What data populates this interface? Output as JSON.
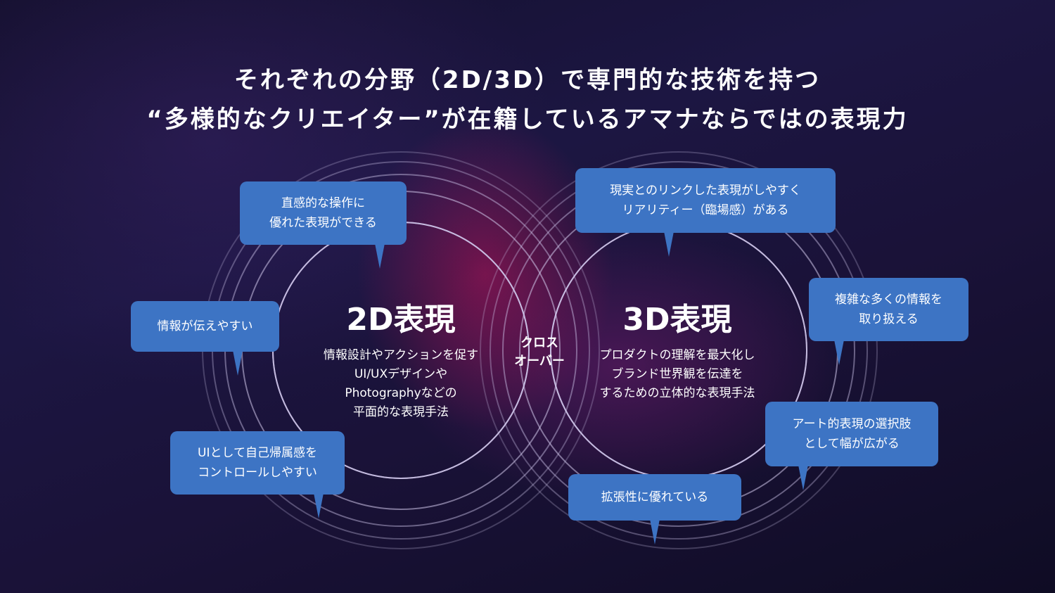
{
  "title": {
    "line1": "それぞれの分野（2D/3D）で専門的な技術を持つ",
    "line2": "“多様的なクリエイター”が在籍しているアマナならではの表現力"
  },
  "left": {
    "heading": "2D表現",
    "description": [
      "情報設計やアクションを促す",
      "UI/UXデザインや",
      "Photographyなどの",
      "平面的な表現手法"
    ]
  },
  "right": {
    "heading": "3D表現",
    "description": [
      "プロダクトの理解を最大化し",
      "ブランド世界観を伝達を",
      "するための立体的な表現手法"
    ]
  },
  "center": {
    "label": [
      "クロス",
      "オーバー"
    ]
  },
  "bubbles": {
    "intuitive": [
      "直感的な操作に",
      "優れた表現ができる"
    ],
    "easy_convey": [
      "情報が伝えやすい"
    ],
    "ui_belonging": [
      "UIとして自己帰属感を",
      "コントロールしやすい"
    ],
    "reality_link": [
      "現実とのリンクした表現がしやすく",
      "リアリティー（臨場感）がある"
    ],
    "complex_info": [
      "複雑な多くの情報を",
      "取り扱える"
    ],
    "art_choice": [
      "アート的表現の選択肢",
      "として幅が広がる"
    ],
    "extensibility": [
      "拡張性に優れている"
    ]
  },
  "colors": {
    "bubble": "#3d74c4",
    "intersection": "#2b18b0",
    "ring": "#cfc6ea"
  }
}
